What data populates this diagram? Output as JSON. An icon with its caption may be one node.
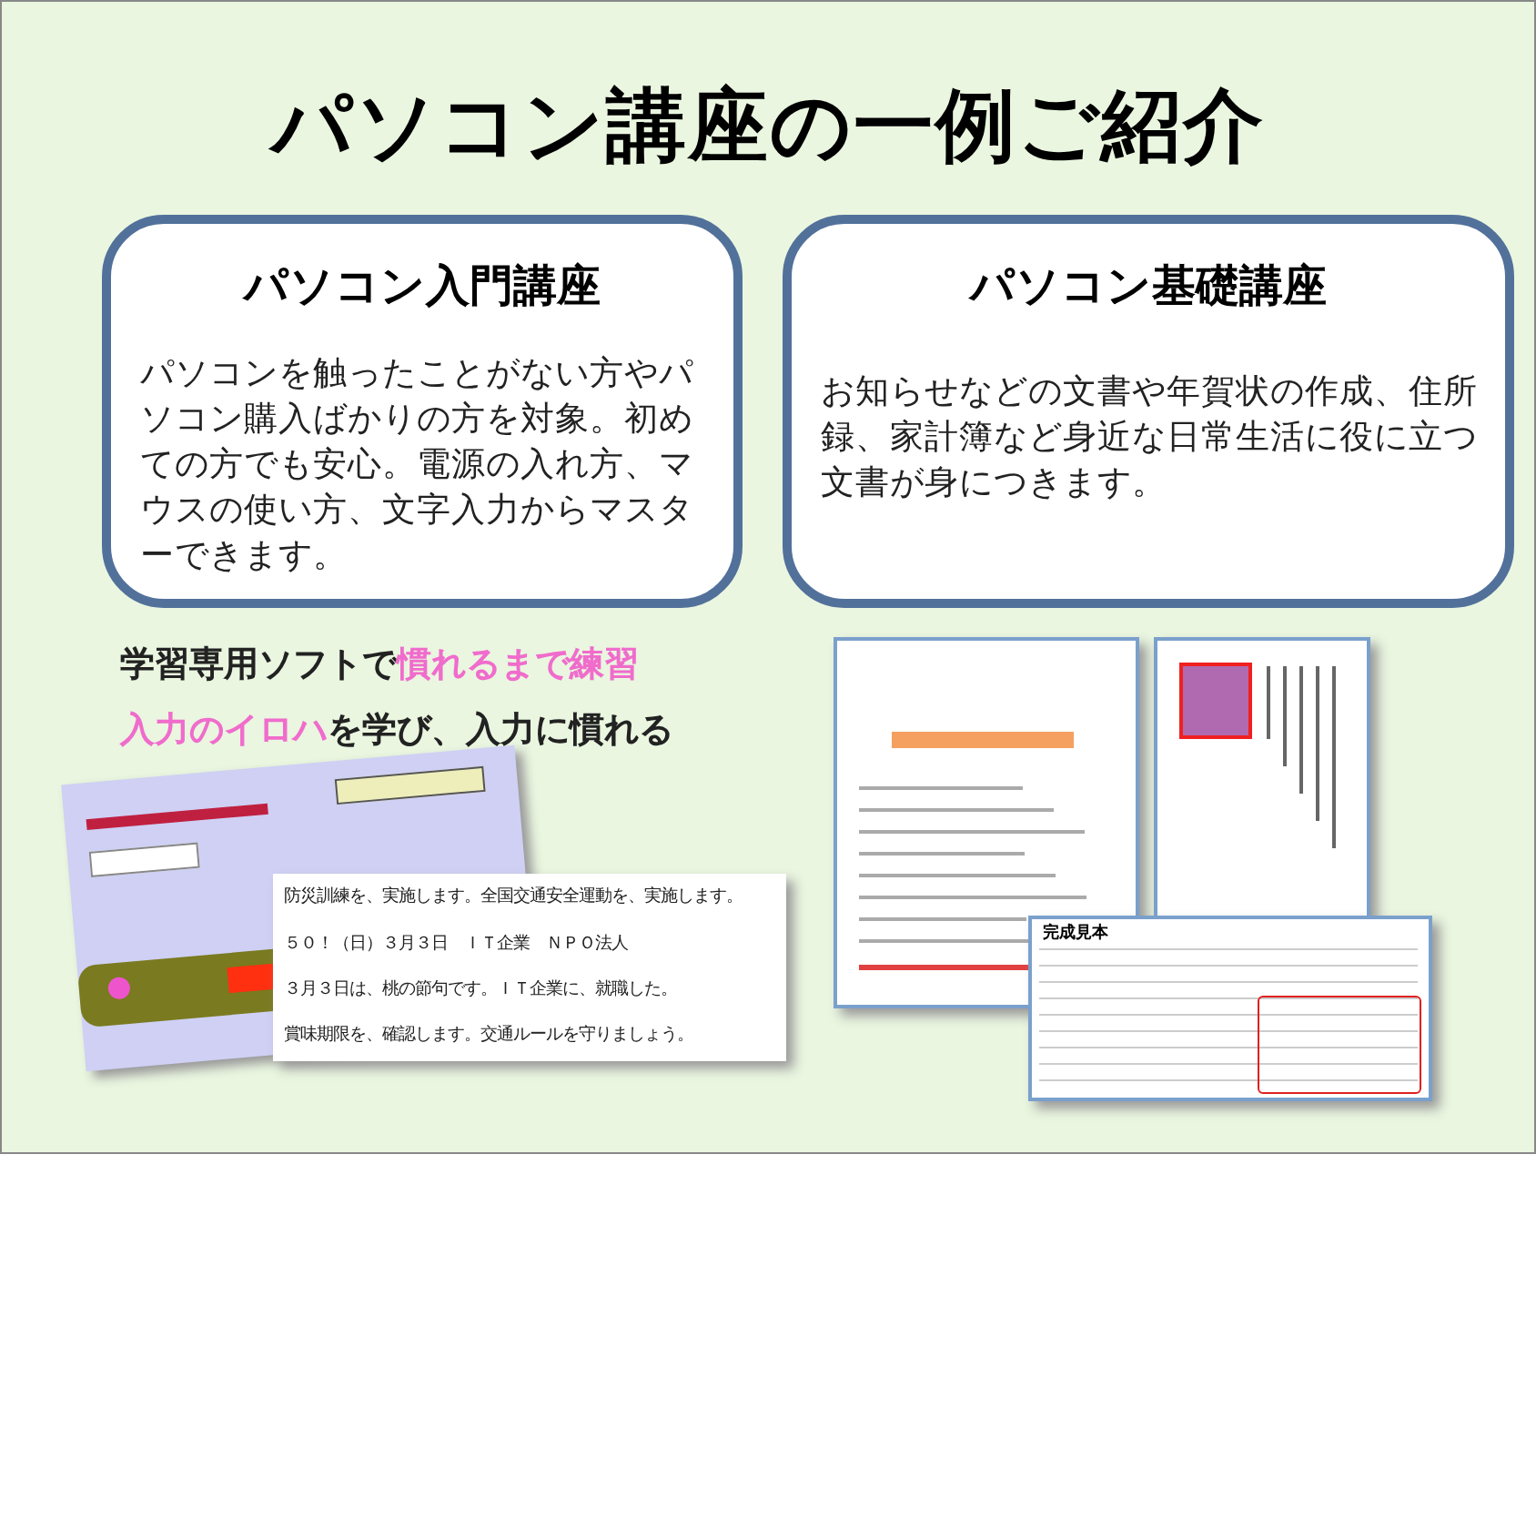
{
  "diagram": {
    "title": "パソコン講座の一例ご紹介",
    "nodes": [
      {
        "text": [
          "パソコン入門講座",
          "パソコンを触ったことがない方やパソコン購入ばかりの方を対象。初めての方でも安心。電源の入れ方、マウスの使い方、文字入力からマスターできます。"
        ]
      },
      {
        "text": [
          "パソコン基礎講座",
          "お知らせなどの文書や年賀状の作成、住所録、家計簿など身近な日常生活に役に立つ文書が身につきます。"
        ]
      }
    ],
    "labels": [
      "学習専用ソフトで",
      "慣れるまで練習",
      "入力のイロハ",
      "を学び、入力に慣れる",
      "防災訓練を、実施します。全国交通安全運動を、実施します。",
      "５０！（日）３月３日　ＩＴ企業　ＮＰＯ法人",
      "３月３日は、桃の節句です。ＩＴ企業に、就職した。",
      "賞味期限を、確認します。交通ルールを守りましょう。",
      "完成見本"
    ]
  }
}
